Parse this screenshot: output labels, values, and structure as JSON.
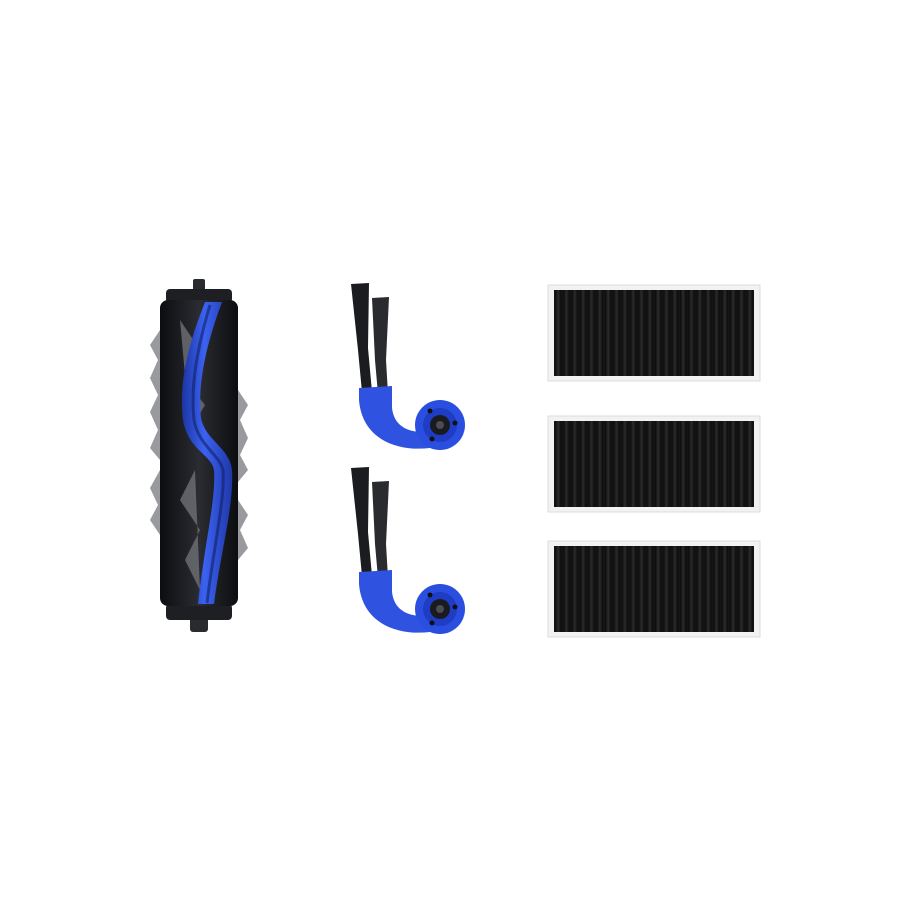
{
  "image": {
    "subject": "robot-vacuum-replacement-kit",
    "background_color": "#ffffff",
    "items": [
      {
        "name": "main-roller-brush",
        "count": 1
      },
      {
        "name": "side-brush",
        "count": 2
      },
      {
        "name": "hepa-filter",
        "count": 3
      }
    ]
  },
  "colors": {
    "brush_blue": "#2c4fd8",
    "brush_blue_dark": "#1f37a8",
    "bristle_gray": "#8a8c90",
    "core_black": "#1a1b1e",
    "filter_black": "#141414",
    "filter_frame": "#f2f2f2"
  }
}
